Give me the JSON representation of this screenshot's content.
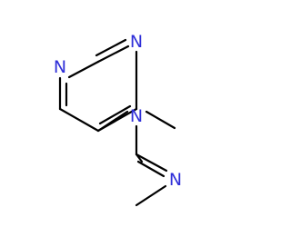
{
  "molecule": {
    "atoms": {
      "n_ring_top": "N",
      "n_ring_left": "N",
      "n_amine": "N",
      "n_imine": "N"
    },
    "colors": {
      "bond": "#000000",
      "nitrogen": "#2f2fd8",
      "background": "#ffffff"
    }
  }
}
